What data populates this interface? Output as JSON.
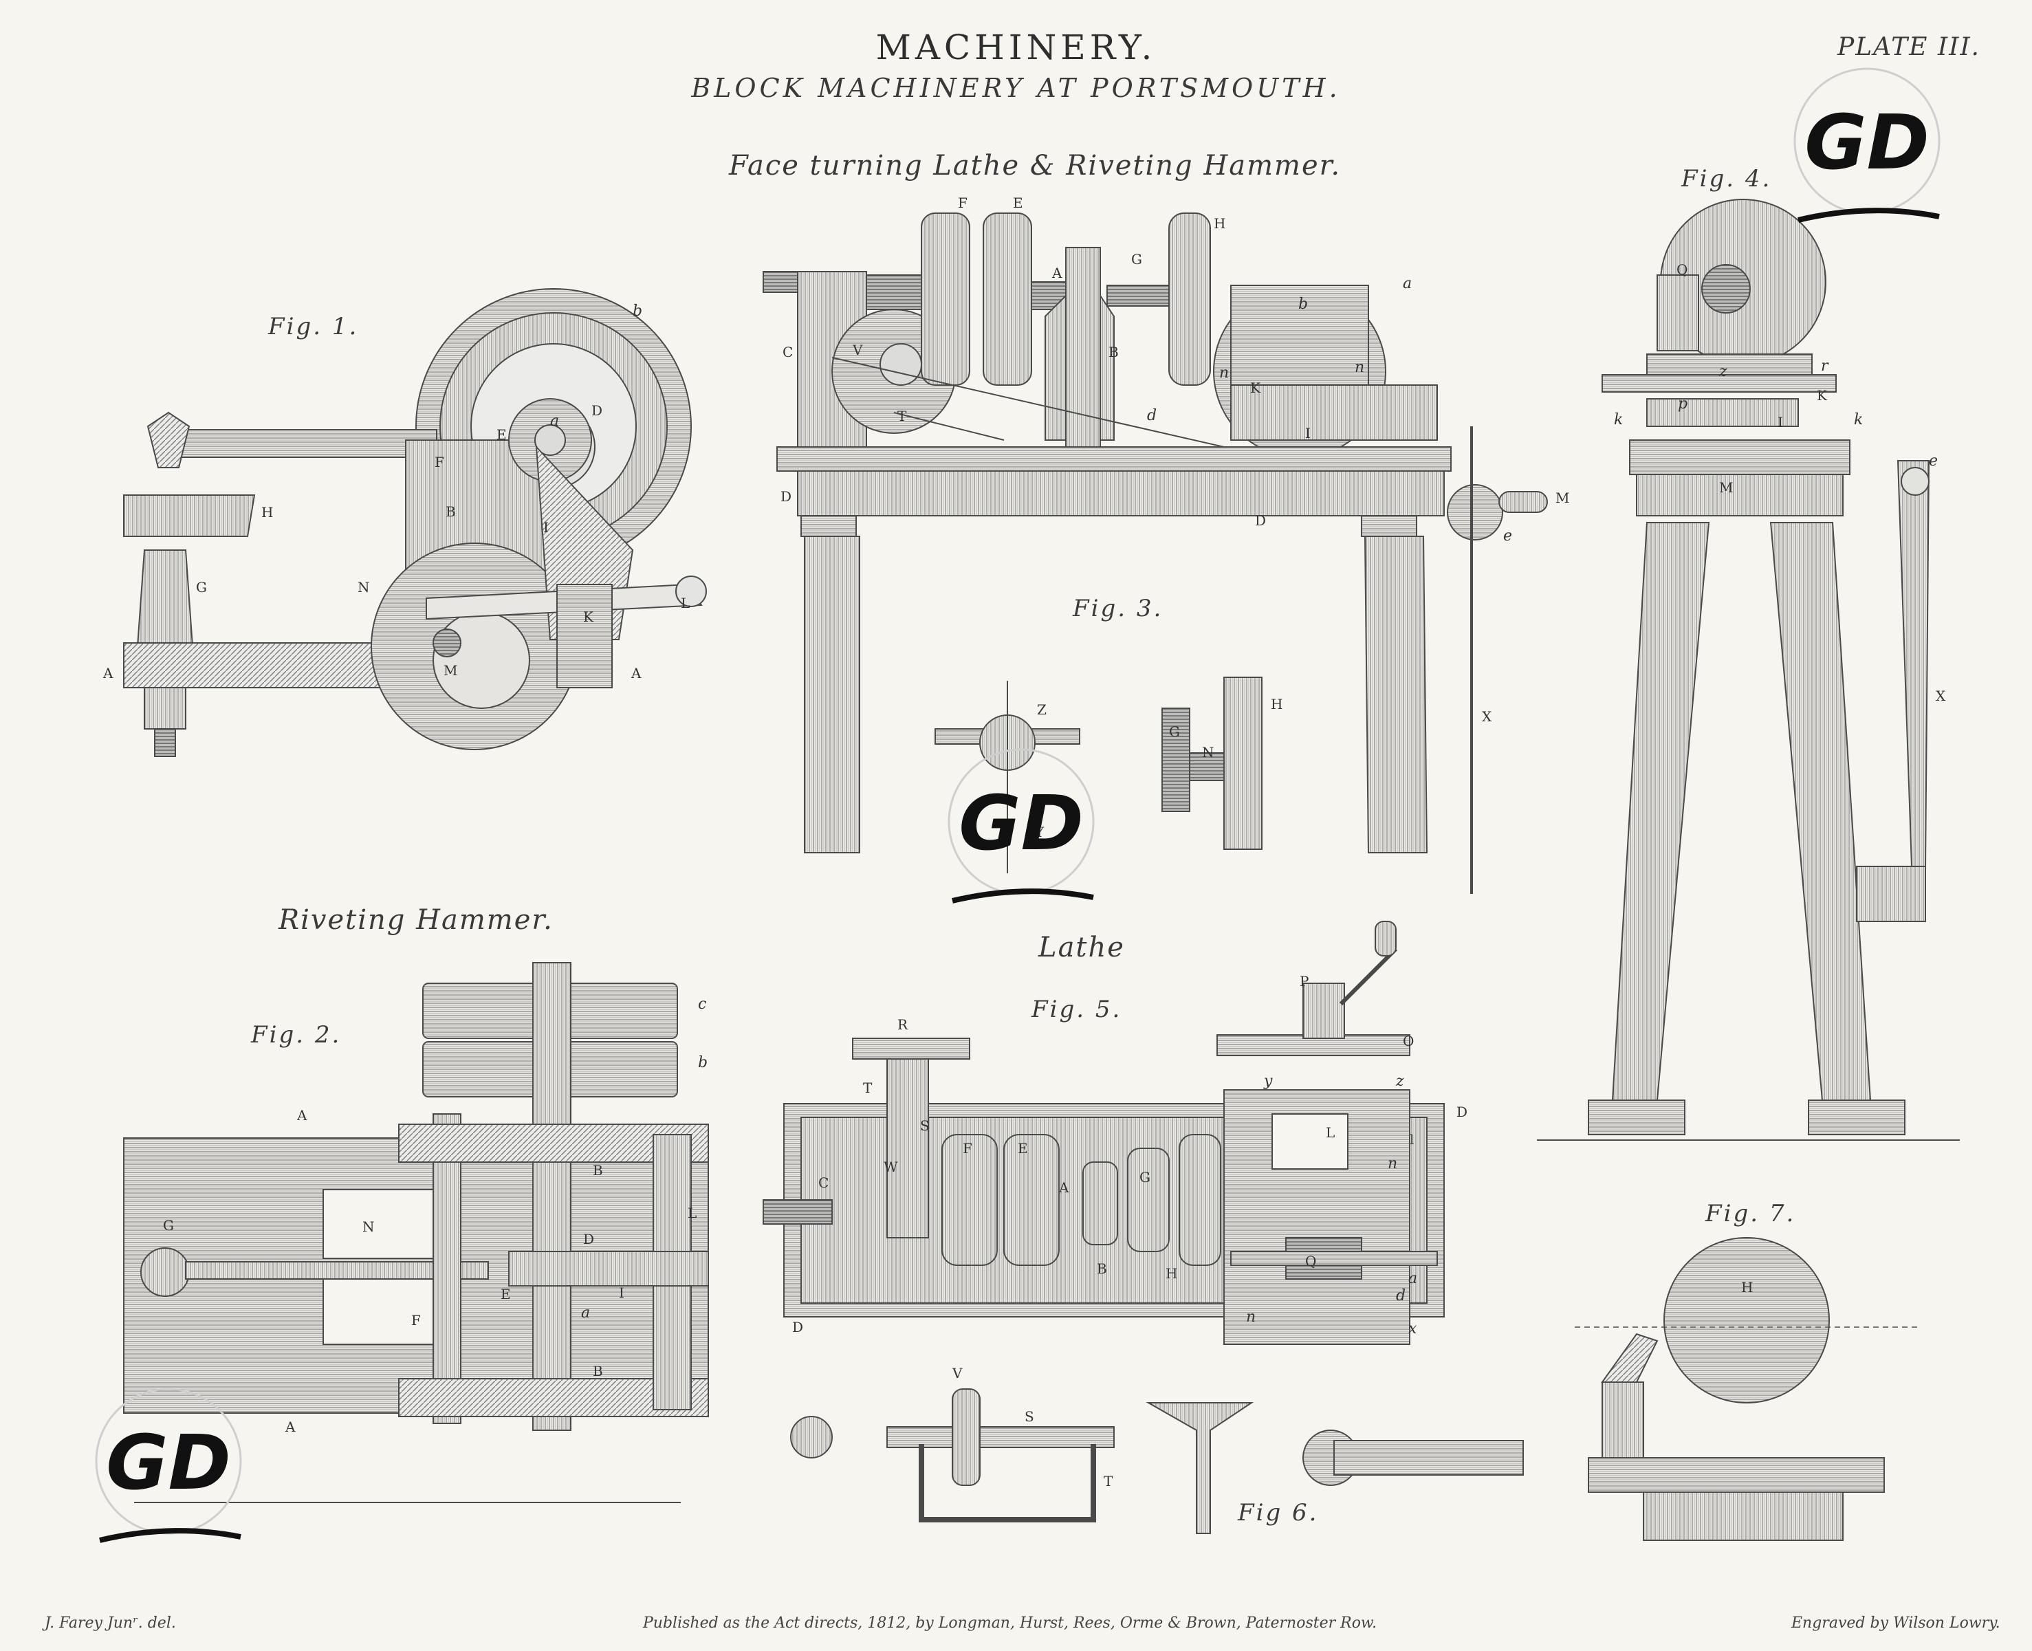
{
  "header": {
    "title": "MACHINERY.",
    "subtitle": "BLOCK MACHINERY AT PORTSMOUTH.",
    "plate": "PLATE III."
  },
  "captions": {
    "face_lathe": "Face turning Lathe & Riveting Hammer.",
    "riveting": "Riveting Hammer.",
    "lathe": "Lathe"
  },
  "figures": {
    "fig1": "Fig. 1.",
    "fig2": "Fig. 2.",
    "fig3": "Fig. 3.",
    "fig4": "Fig. 4.",
    "fig5": "Fig. 5.",
    "fig6": "Fig 6.",
    "fig7": "Fig. 7."
  },
  "fig1_labels": [
    "b",
    "a",
    "D",
    "E",
    "F",
    "B",
    "I",
    "H",
    "G",
    "N",
    "K",
    "L",
    "M",
    "A",
    "A"
  ],
  "fig2_labels": [
    "A",
    "c",
    "b",
    "B",
    "G",
    "N",
    "D",
    "L",
    "E",
    "F",
    "I",
    "a",
    "B",
    "A"
  ],
  "fig3_labels": [
    "F",
    "E",
    "H",
    "A",
    "G",
    "a",
    "b",
    "C",
    "V",
    "B",
    "n",
    "n",
    "T",
    "K",
    "d",
    "I",
    "D",
    "D",
    "M",
    "e",
    "X",
    "Z",
    "Y",
    "G",
    "N",
    "H"
  ],
  "fig4_labels": [
    "Q",
    "r",
    "z",
    "K",
    "k",
    "p",
    "I",
    "k",
    "M",
    "e",
    "X"
  ],
  "fig5_labels": [
    "P",
    "R",
    "O",
    "T",
    "y",
    "z",
    "S",
    "D",
    "F",
    "E",
    "L",
    "W",
    "C",
    "A",
    "G",
    "l",
    "B",
    "H",
    "Q",
    "a",
    "d",
    "D",
    "x",
    "n",
    "n"
  ],
  "fig6_labels": [
    "V",
    "S",
    "T"
  ],
  "fig7_labels": [
    "H"
  ],
  "watermark": "GD",
  "footer": {
    "left": "J. Farey Junʳ. del.",
    "center": "Published as the Act directs, 1812, by Longman, Hurst, Rees, Orme & Brown, Paternoster Row.",
    "right": "Engraved by Wilson Lowry."
  }
}
